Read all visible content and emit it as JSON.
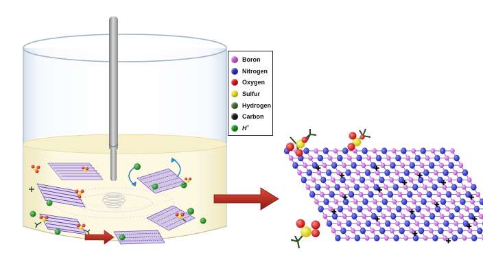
{
  "legend": {
    "items": [
      {
        "label": "Boron",
        "color": "#d05fd6"
      },
      {
        "label": "Nitrogen",
        "color": "#2f2fc4"
      },
      {
        "label": "Oxygen",
        "color": "#e01616"
      },
      {
        "label": "Sulfur",
        "color": "#efe31d"
      },
      {
        "label": "Hydrogen",
        "color": "#4b6e32"
      },
      {
        "label": "Carbon",
        "color": "#1a1a1a"
      },
      {
        "label": "H",
        "sup": "+",
        "color": "#1b9a1b"
      }
    ]
  },
  "colors": {
    "boron": "#d05fd6",
    "nitrogen": "#2f2fc4",
    "oxygen": "#e01616",
    "sulfur": "#efe31d",
    "hydrogen": "#4b6e32",
    "carbon": "#1a1a1a",
    "proton": "#1b9a1b",
    "arrow": "#b52a20",
    "liquid": "#fbf6da",
    "electrode": "#a8a8a8"
  }
}
